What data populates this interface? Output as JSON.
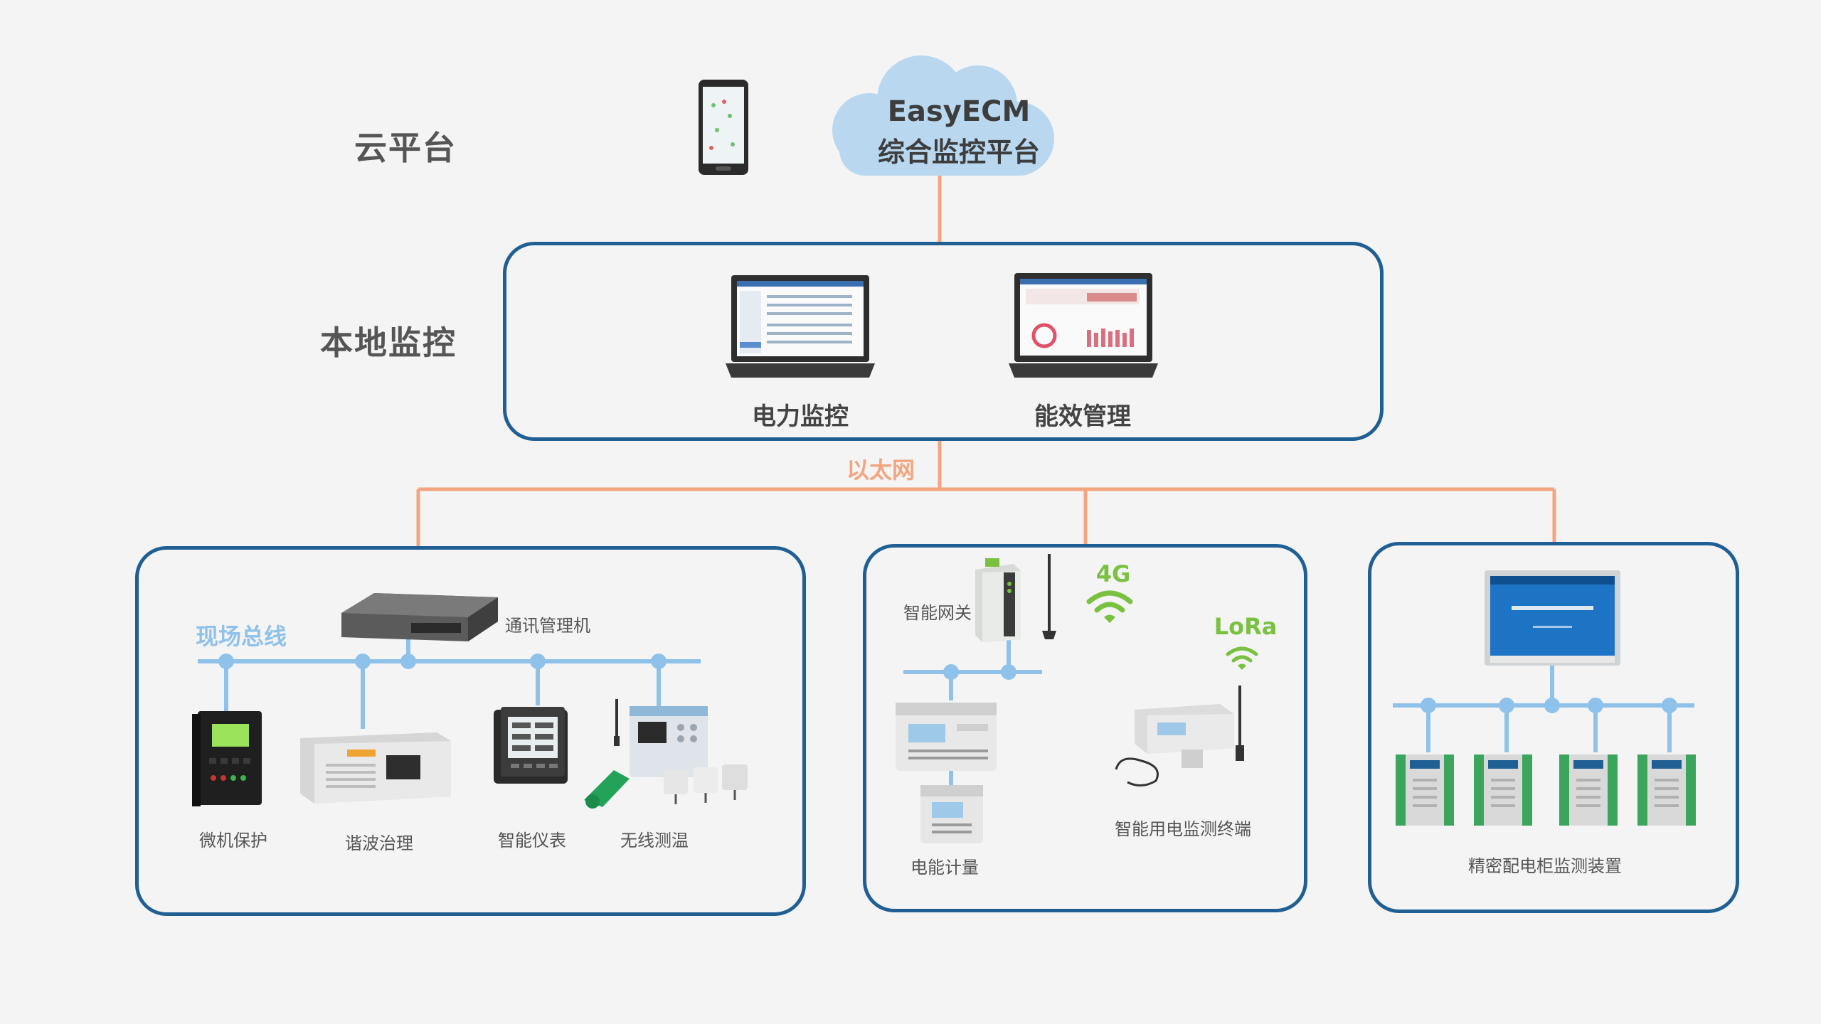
{
  "tiers": {
    "cloud": "云平台",
    "local": "本地监控"
  },
  "cloud_platform": {
    "line1": "EasyECM",
    "line2": "综合监控平台"
  },
  "local_monitoring": {
    "power_monitoring": "电力监控",
    "energy_management": "能效管理"
  },
  "network": {
    "ethernet": "以太网",
    "field_bus": "现场总线",
    "wireless_4g": "4G",
    "wireless_lora": "LoRa"
  },
  "field_panel": {
    "comm_manager": "通讯管理机",
    "micro_protection": "微机保护",
    "harmonic_control": "谐波治理",
    "smart_meter": "智能仪表",
    "wireless_temp": "无线测温"
  },
  "wireless_panel": {
    "smart_gateway": "智能网关",
    "energy_metering": "电能计量",
    "smart_terminal": "智能用电监测终端"
  },
  "cabinet_panel": {
    "precision_monitor": "精密配电柜监测装置"
  },
  "colors": {
    "panel_border": "#1f5f94",
    "ethernet_line": "#f2a57f",
    "bus_line": "#8fc2ea",
    "wireless_green": "#7ac142",
    "cloud_fill": "#b9d8f0"
  }
}
